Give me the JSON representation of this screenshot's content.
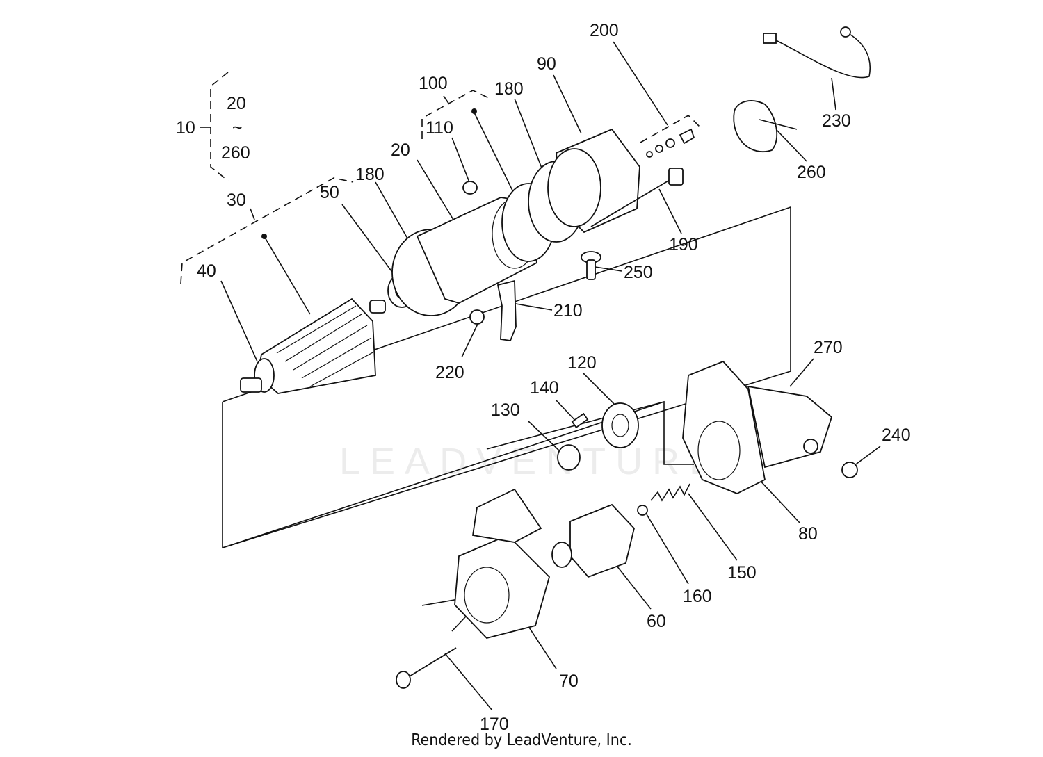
{
  "diagram": {
    "watermark": "LEADVENTURE",
    "callouts": [
      {
        "id": "c10",
        "label": "10"
      },
      {
        "id": "c20-range-start",
        "label": "20"
      },
      {
        "id": "c20-range-tilde",
        "label": "~"
      },
      {
        "id": "c260-range-end",
        "label": "260"
      },
      {
        "id": "c30",
        "label": "30"
      },
      {
        "id": "c40",
        "label": "40"
      },
      {
        "id": "c50",
        "label": "50"
      },
      {
        "id": "c180a",
        "label": "180"
      },
      {
        "id": "c20",
        "label": "20"
      },
      {
        "id": "c100",
        "label": "100"
      },
      {
        "id": "c110",
        "label": "110"
      },
      {
        "id": "c180b",
        "label": "180"
      },
      {
        "id": "c90",
        "label": "90"
      },
      {
        "id": "c200",
        "label": "200"
      },
      {
        "id": "c230",
        "label": "230"
      },
      {
        "id": "c260",
        "label": "260"
      },
      {
        "id": "c190",
        "label": "190"
      },
      {
        "id": "c250",
        "label": "250"
      },
      {
        "id": "c210",
        "label": "210"
      },
      {
        "id": "c220",
        "label": "220"
      },
      {
        "id": "c270",
        "label": "270"
      },
      {
        "id": "c120",
        "label": "120"
      },
      {
        "id": "c140",
        "label": "140"
      },
      {
        "id": "c130",
        "label": "130"
      },
      {
        "id": "c240",
        "label": "240"
      },
      {
        "id": "c80",
        "label": "80"
      },
      {
        "id": "c150",
        "label": "150"
      },
      {
        "id": "c160",
        "label": "160"
      },
      {
        "id": "c60",
        "label": "60"
      },
      {
        "id": "c70",
        "label": "70"
      },
      {
        "id": "c170",
        "label": "170"
      }
    ]
  },
  "footer": {
    "credit": "Rendered by LeadVenture, Inc."
  }
}
